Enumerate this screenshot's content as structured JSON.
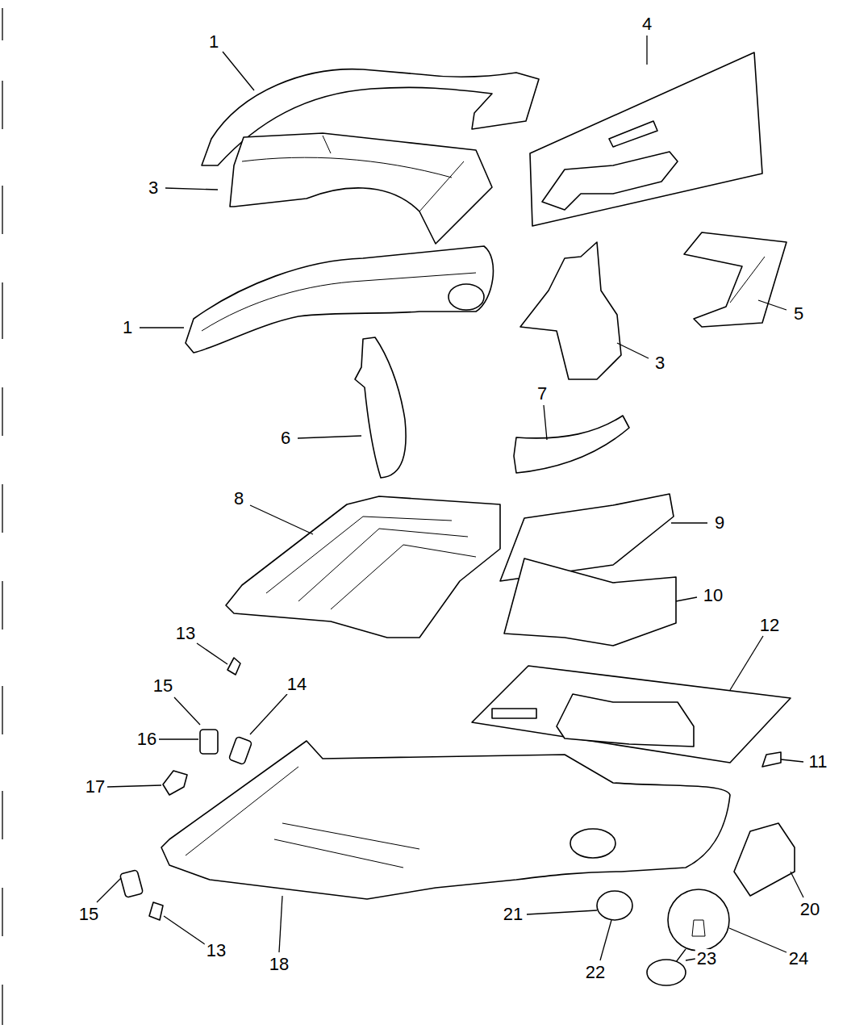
{
  "diagram": {
    "labels": [
      "1",
      "4",
      "3",
      "1",
      "5",
      "3",
      "6",
      "7",
      "8",
      "9",
      "10",
      "13",
      "12",
      "15",
      "14",
      "16",
      "11",
      "17",
      "15",
      "18",
      "13",
      "21",
      "20",
      "22",
      "23",
      "24"
    ]
  }
}
